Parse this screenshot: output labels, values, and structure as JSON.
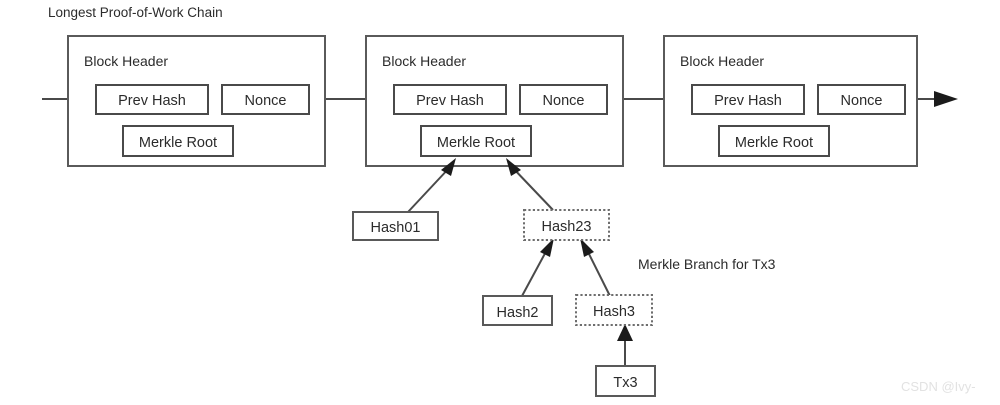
{
  "diagram": {
    "title": "Longest Proof-of-Work Chain",
    "annotation": "Merkle Branch for Tx3",
    "watermark": "CSDN @Ivy-",
    "blocks": [
      {
        "id": "block-1",
        "header_label": "Block Header",
        "prev_hash_label": "Prev Hash",
        "nonce_label": "Nonce",
        "merkle_root_label": "Merkle Root"
      },
      {
        "id": "block-2",
        "header_label": "Block Header",
        "prev_hash_label": "Prev Hash",
        "nonce_label": "Nonce",
        "merkle_root_label": "Merkle Root"
      },
      {
        "id": "block-3",
        "header_label": "Block Header",
        "prev_hash_label": "Prev Hash",
        "nonce_label": "Nonce",
        "merkle_root_label": "Merkle Root"
      }
    ],
    "merkle_nodes": [
      {
        "id": "hash01",
        "label": "Hash01",
        "border": "solid"
      },
      {
        "id": "hash23",
        "label": "Hash23",
        "border": "dotted"
      },
      {
        "id": "hash2",
        "label": "Hash2",
        "border": "solid"
      },
      {
        "id": "hash3",
        "label": "Hash3",
        "border": "dotted"
      },
      {
        "id": "tx3",
        "label": "Tx3",
        "border": "solid"
      }
    ],
    "colors": {
      "background": "#ffffff",
      "box_stroke": "#5a5a5a",
      "line": "#4a4a4a",
      "arrow": "#1b1b1b",
      "text": "#2b2b2b",
      "watermark": "#e2e2e2"
    }
  }
}
